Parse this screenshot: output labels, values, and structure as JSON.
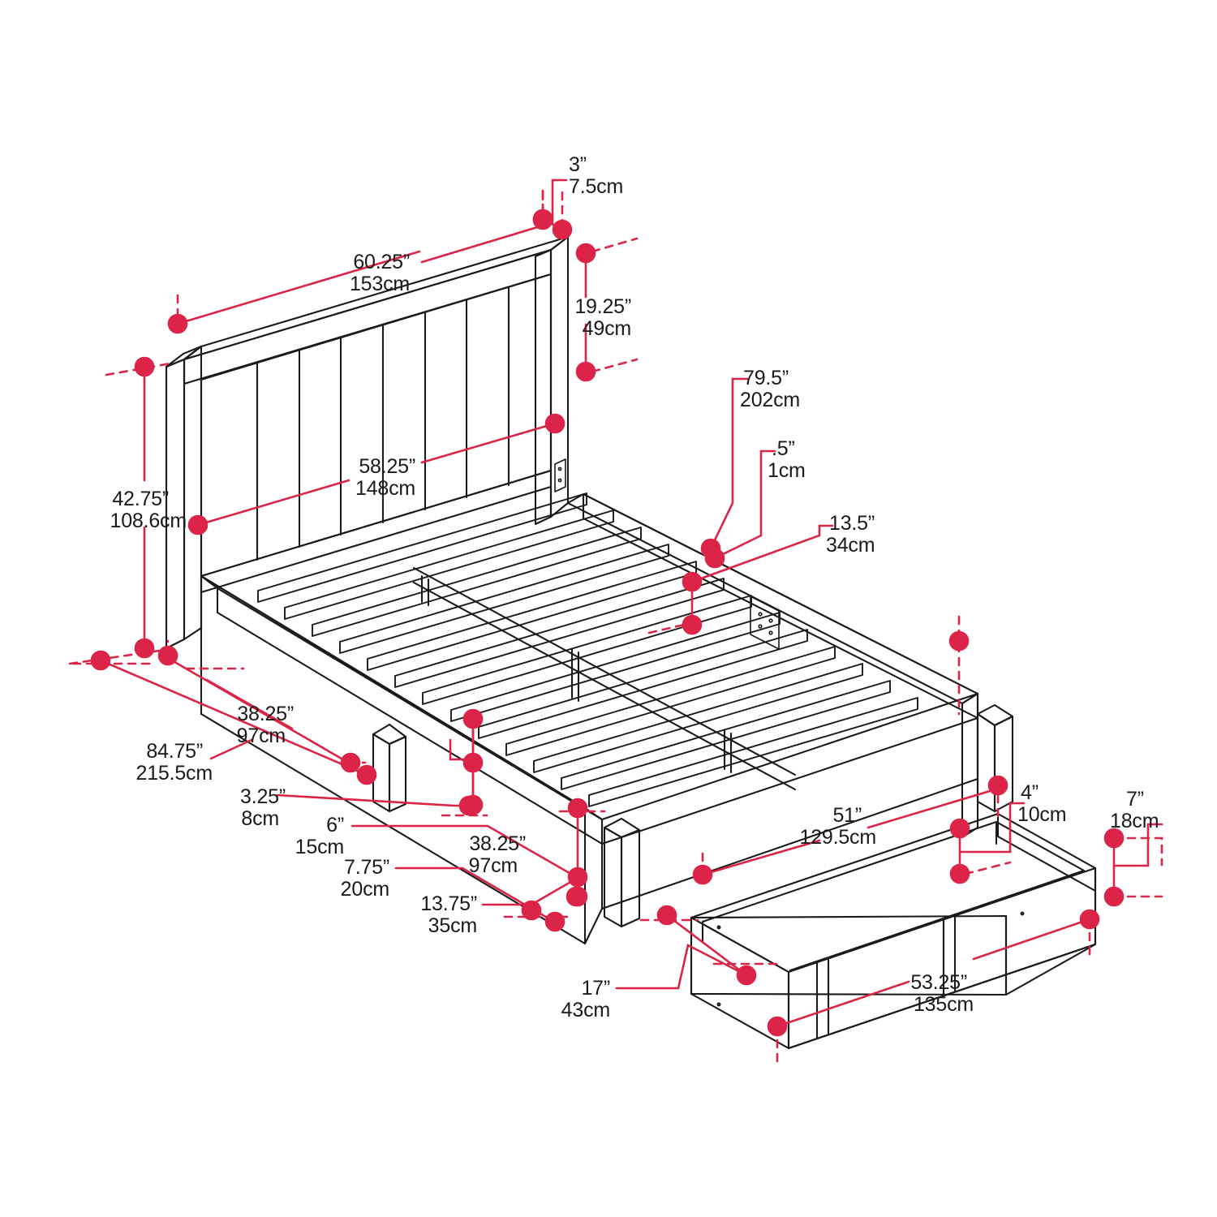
{
  "diagram": {
    "title": "Platform bed with storage drawer — dimension diagram",
    "units": [
      "inches",
      "centimeters"
    ],
    "colors": {
      "dimension_red": "#DB2447",
      "line_black": "#1A1A1A",
      "text_black": "#1A1A1A",
      "background": "#FFFFFF"
    },
    "parts": [
      {
        "name": "headboard",
        "label": "headboard-panel"
      },
      {
        "name": "bed-frame",
        "label": "platform-bed-frame"
      },
      {
        "name": "slats",
        "label": "support-slats"
      },
      {
        "name": "legs",
        "label": "bed-legs"
      },
      {
        "name": "drawer",
        "label": "under-bed-storage-drawer"
      }
    ]
  },
  "measurements": {
    "headboard_thickness": {
      "id": "m01",
      "imperial": "3”",
      "metric": "7.5cm"
    },
    "headboard_width": {
      "id": "m02",
      "imperial": "60.25”",
      "metric": "153cm"
    },
    "headboard_panel_h": {
      "id": "m03",
      "imperial": "19.25”",
      "metric": "49cm"
    },
    "headboard_height": {
      "id": "m04",
      "imperial": "42.75”",
      "metric": "108.6cm"
    },
    "inner_width": {
      "id": "m05",
      "imperial": "58.25”",
      "metric": "148cm"
    },
    "bed_length": {
      "id": "m06",
      "imperial": "79.5”",
      "metric": "202cm"
    },
    "slat_thickness": {
      "id": "m07",
      "imperial": ".5”",
      "metric": "1cm"
    },
    "frame_height": {
      "id": "m08",
      "imperial": "13.5”",
      "metric": "34cm"
    },
    "frame_depth": {
      "id": "m09",
      "imperial": "38.25”",
      "metric": "97cm"
    },
    "overall_length": {
      "id": "m10",
      "imperial": "84.75”",
      "metric": "215.5cm"
    },
    "rail_thickness": {
      "id": "m11",
      "imperial": "3.25”",
      "metric": "8cm"
    },
    "leg_clearance": {
      "id": "m12",
      "imperial": "6”",
      "metric": "15cm"
    },
    "leg_width": {
      "id": "m13",
      "imperial": "7.75”",
      "metric": "20cm"
    },
    "footboard_depth": {
      "id": "m14",
      "imperial": "38.25”",
      "metric": "97cm"
    },
    "under_clearance": {
      "id": "m15",
      "imperial": "13.75”",
      "metric": "35cm"
    },
    "drawer_inner_length": {
      "id": "m16",
      "imperial": "51”",
      "metric": "129.5cm"
    },
    "drawer_inner_height": {
      "id": "m17",
      "imperial": "4”",
      "metric": "10cm"
    },
    "drawer_side_height": {
      "id": "m18",
      "imperial": "7”",
      "metric": "18cm"
    },
    "drawer_outer_length": {
      "id": "m19",
      "imperial": "53.25”",
      "metric": "135cm"
    },
    "drawer_depth": {
      "id": "m20",
      "imperial": "17”",
      "metric": "43cm"
    }
  }
}
